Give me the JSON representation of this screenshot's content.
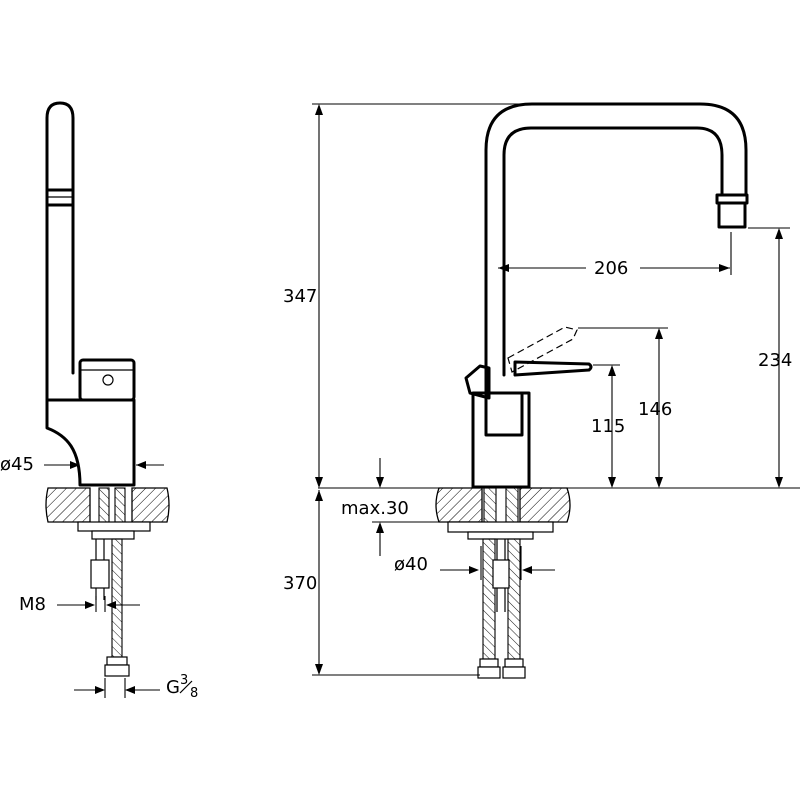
{
  "dimensions": {
    "total_height": "347",
    "below_counter": "370",
    "spout_reach": "206",
    "spout_height": "234",
    "lever_height_open": "146",
    "lever_height": "115",
    "max_counter": "max.30",
    "hole_diameter": "ø40",
    "body_diameter": "ø45",
    "rod_thread": "M8",
    "connection_thread_main": "G",
    "connection_thread_num": "3",
    "connection_thread_den": "8"
  }
}
